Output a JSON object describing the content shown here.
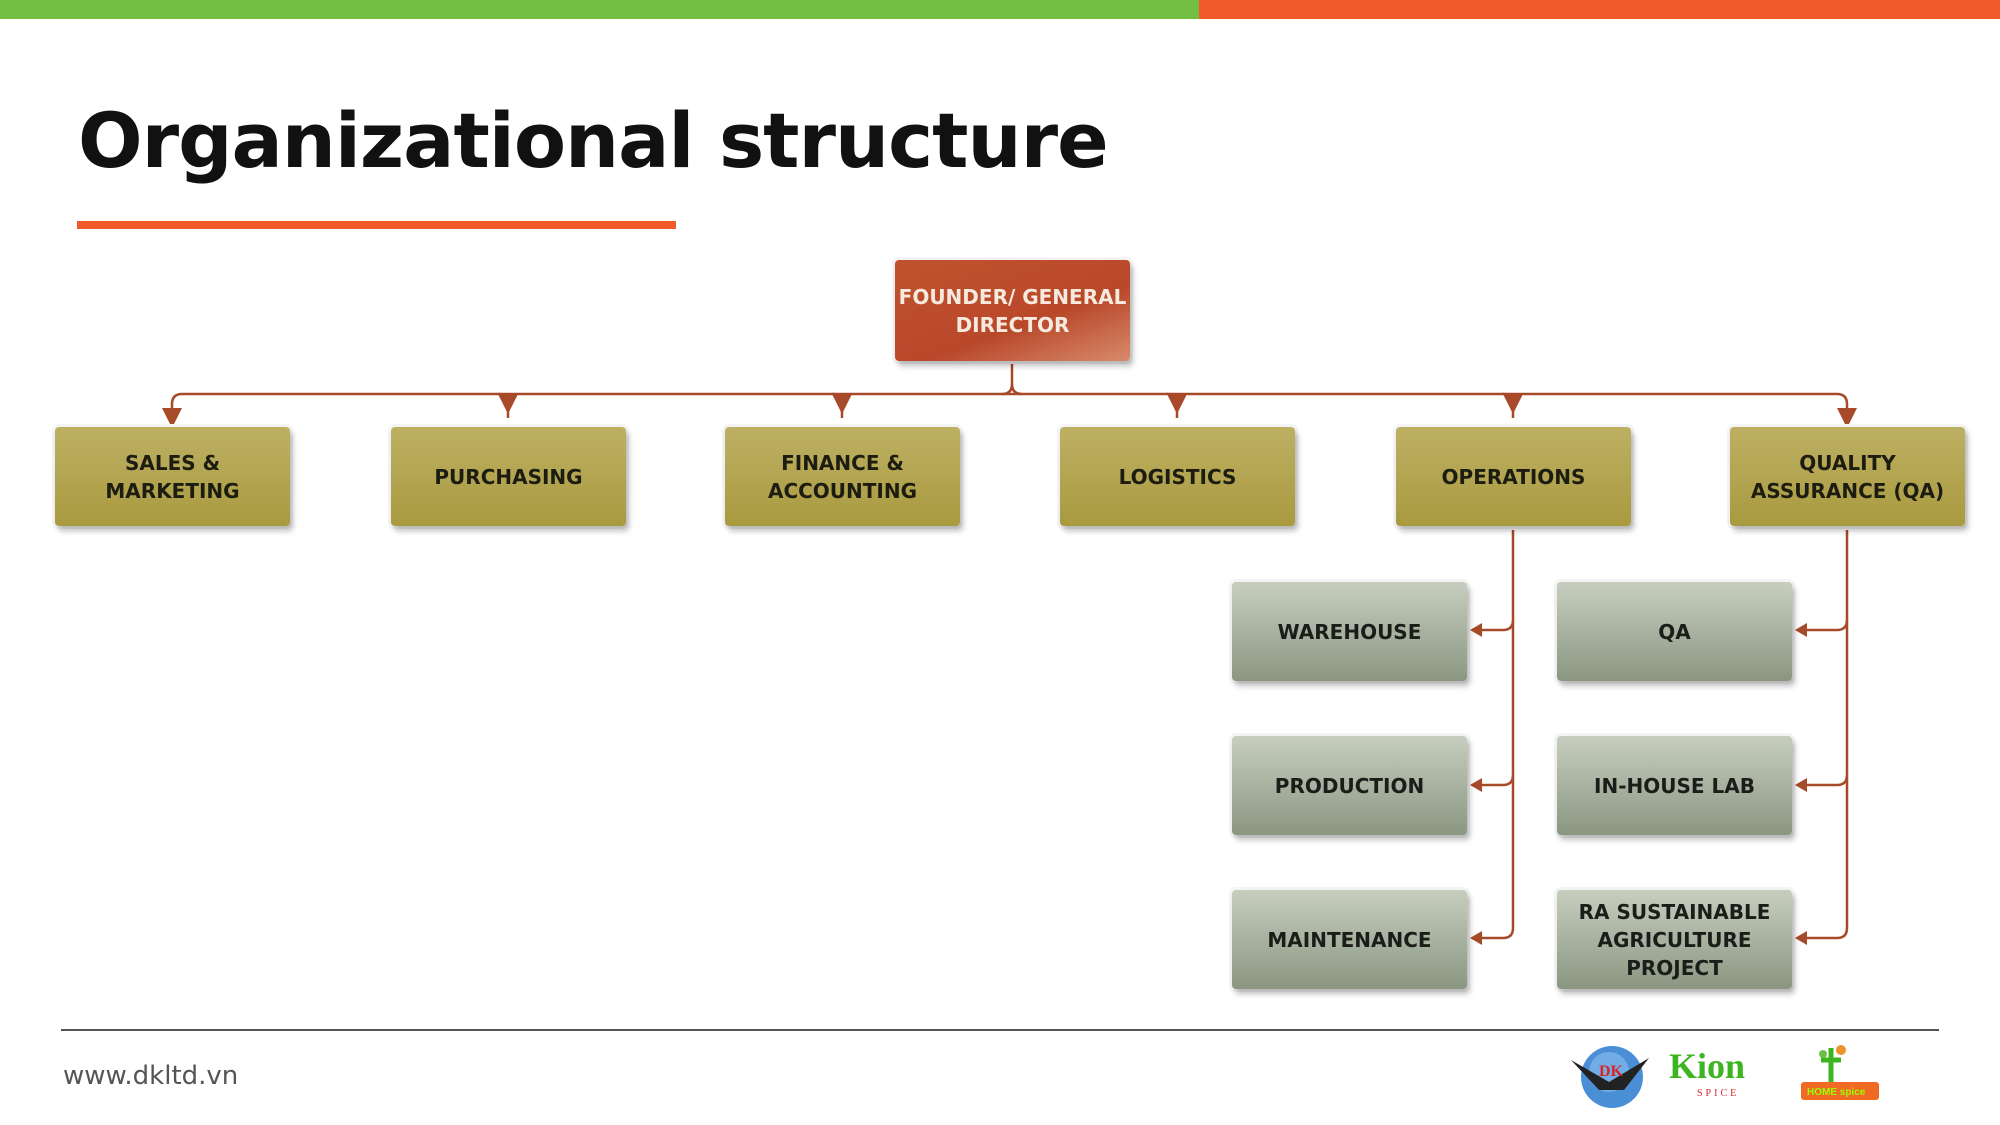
{
  "title": "Organizational structure",
  "root": "FOUNDER/ GENERAL DIRECTOR",
  "departments": [
    "SALES & MARKETING",
    "PURCHASING",
    "FINANCE & ACCOUNTING",
    "LOGISTICS",
    "OPERATIONS",
    "QUALITY ASSURANCE (QA)"
  ],
  "operations_units": [
    "WAREHOUSE",
    "PRODUCTION",
    "MAINTENANCE"
  ],
  "qa_units": [
    "QA",
    "IN-HOUSE LAB",
    "RA SUSTAINABLE AGRICULTURE PROJECT"
  ],
  "footer": {
    "url": "www.dkltd.vn",
    "logos": [
      "DK",
      "Kion SPICE",
      "HOME spice"
    ]
  },
  "colors": {
    "green": "#72bf44",
    "orange": "#f15a2b",
    "connector": "#a64a2a"
  }
}
